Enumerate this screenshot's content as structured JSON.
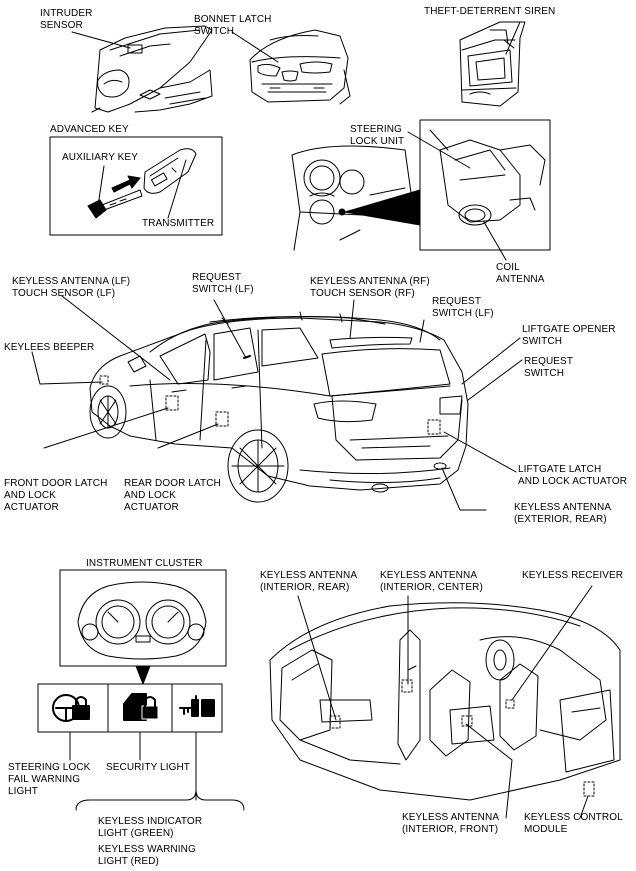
{
  "labels": {
    "intruder_sensor": "INTRUDER\nSENSOR",
    "bonnet_latch_switch": "BONNET LATCH\nSWITCH",
    "theft_deterrent_siren": "THEFT-DETERRENT SIREN",
    "advanced_key": "ADVANCED KEY",
    "auxiliary_key": "AUXILIARY KEY",
    "transmitter": "TRANSMITTER",
    "steering_lock_unit": "STEERING\nLOCK UNIT",
    "coil_antenna": "COIL\nANTENNA",
    "keyless_antenna_lf": "KEYLESS ANTENNA (LF)\nTOUCH SENSOR  (LF)",
    "request_switch_lf_top": "REQUEST\nSWITCH (LF)",
    "keyless_antenna_rf": "KEYLESS ANTENNA (RF)\nTOUCH SENSOR (RF)",
    "request_switch_lf_right": "REQUEST\nSWITCH (LF)",
    "liftgate_opener_switch": "LIFTGATE OPENER\nSWITCH",
    "request_switch": "REQUEST\nSWITCH",
    "keylees_beeper": "KEYLEES BEEPER",
    "front_door_latch": "FRONT DOOR LATCH\nAND LOCK\nACTUATOR",
    "rear_door_latch": "REAR DOOR LATCH\nAND LOCK\nACTUATOR",
    "liftgate_latch": "LIFTGATE LATCH\nAND LOCK ACTUATOR",
    "keyless_antenna_ext_rear": "KEYLESS ANTENNA\n(EXTERIOR, REAR)",
    "instrument_cluster": "INSTRUMENT CLUSTER",
    "steering_lock_fail": "STEERING LOCK\nFAIL WARNING\nLIGHT",
    "security_light": "SECURITY LIGHT",
    "keyless_indicator": "KEYLESS INDICATOR\nLIGHT (GREEN)",
    "keyless_warning": "KEYLESS WARNING\nLIGHT (RED)",
    "keyless_antenna_int_rear": "KEYLESS ANTENNA\n(INTERIOR, REAR)",
    "keyless_antenna_int_center": "KEYLESS ANTENNA\n(INTERIOR, CENTER)",
    "keyless_receiver": "KEYLESS RECEIVER",
    "keyless_antenna_int_front": "KEYLESS ANTENNA\n(INTERIOR, FRONT)",
    "keyless_control_module": "KEYLESS CONTROL\nMODULE"
  },
  "icons": {
    "steering_lock_warning": "steering-lock-warning-icon",
    "security": "car-padlock-icon",
    "keyless": "key-keyless-icon"
  },
  "colors": {
    "line": "#000000",
    "background": "#ffffff"
  }
}
